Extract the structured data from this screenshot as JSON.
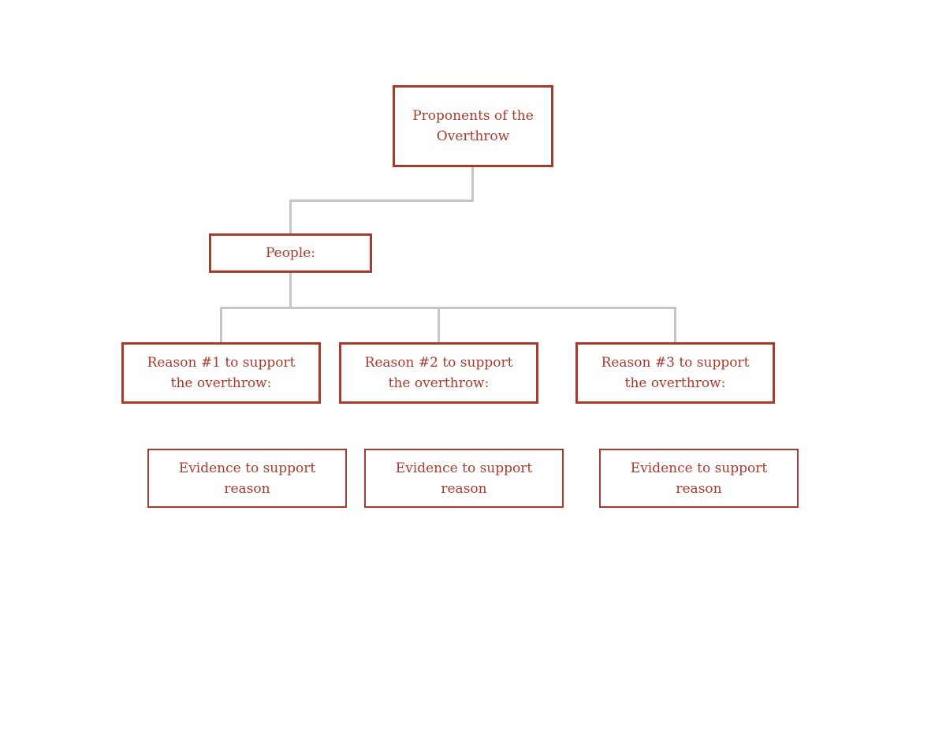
{
  "colors": {
    "box_border": "#A93B2D",
    "box_text": "#A93B2D",
    "connector": "#C6C6C6",
    "background": "#FFFFFF"
  },
  "nodes": {
    "root": {
      "label": [
        "Proponents of the",
        "Overthrow"
      ]
    },
    "people": {
      "label": "People:"
    },
    "reasons": [
      {
        "label": [
          "Reason #1 to support",
          "the overthrow:"
        ]
      },
      {
        "label": [
          "Reason #2 to support",
          "the overthrow:"
        ]
      },
      {
        "label": [
          "Reason #3 to support",
          "the overthrow:"
        ]
      }
    ],
    "evidence": [
      {
        "label": [
          "Evidence to support",
          "reason"
        ]
      },
      {
        "label": [
          "Evidence to support",
          "reason"
        ]
      },
      {
        "label": [
          "Evidence to support",
          "reason"
        ]
      }
    ]
  }
}
